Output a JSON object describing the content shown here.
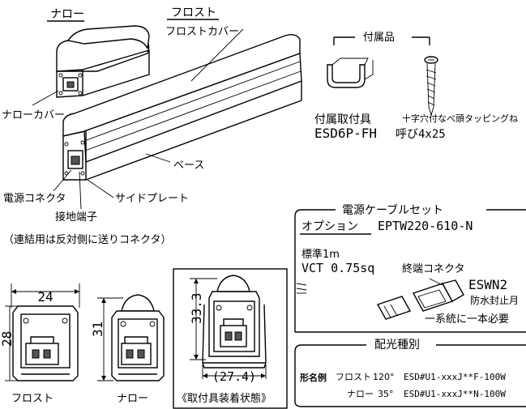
{
  "labels": {
    "narrow_title": "ナロー",
    "frost_title": "フロスト",
    "frost_cover": "フロストカバー",
    "narrow_cover": "ナローカバー",
    "base": "ベース",
    "power_connector": "電源コネクタ",
    "side_plate": "サイドプレート",
    "ground_terminal": "接地端子",
    "connection_note": "（連結用は反対側に送りコネクタ）"
  },
  "accessories": {
    "header": "付属品",
    "bracket_name": "付属取付具",
    "bracket_code": "ESD6P-FH",
    "screw_name": "十字穴付なべ頭タッピングね",
    "screw_size": "呼び4x25"
  },
  "cable_set": {
    "header": "電源ケーブルセット",
    "option_label": "オプション",
    "option_code": "EPTW220-610-N",
    "standard": "標準1m",
    "cable_type": "VCT 0.75sq",
    "end_connector": "終端コネクタ",
    "end_code": "ESWN2",
    "waterproof": "防水封止月",
    "one_per_system": "一系統に一本必要"
  },
  "distribution": {
    "header": "配光種別",
    "model_example": "形名例",
    "rows": [
      {
        "type": "フロスト",
        "angle": "120°",
        "code": "ESD#U1-xxxJ**F-100W"
      },
      {
        "type": "ナロー",
        "angle": "35°",
        "code": "ESD#U1-xxxJ**N-100W"
      }
    ]
  },
  "dimensions": {
    "width": "24",
    "height_frost": "28",
    "height_narrow": "31",
    "height_mounted": "33.3",
    "width_mounted": "(27.4)",
    "frost_label": "フロスト",
    "narrow_label": "ナロー",
    "mounted_label": "《取付具装着状態》"
  }
}
